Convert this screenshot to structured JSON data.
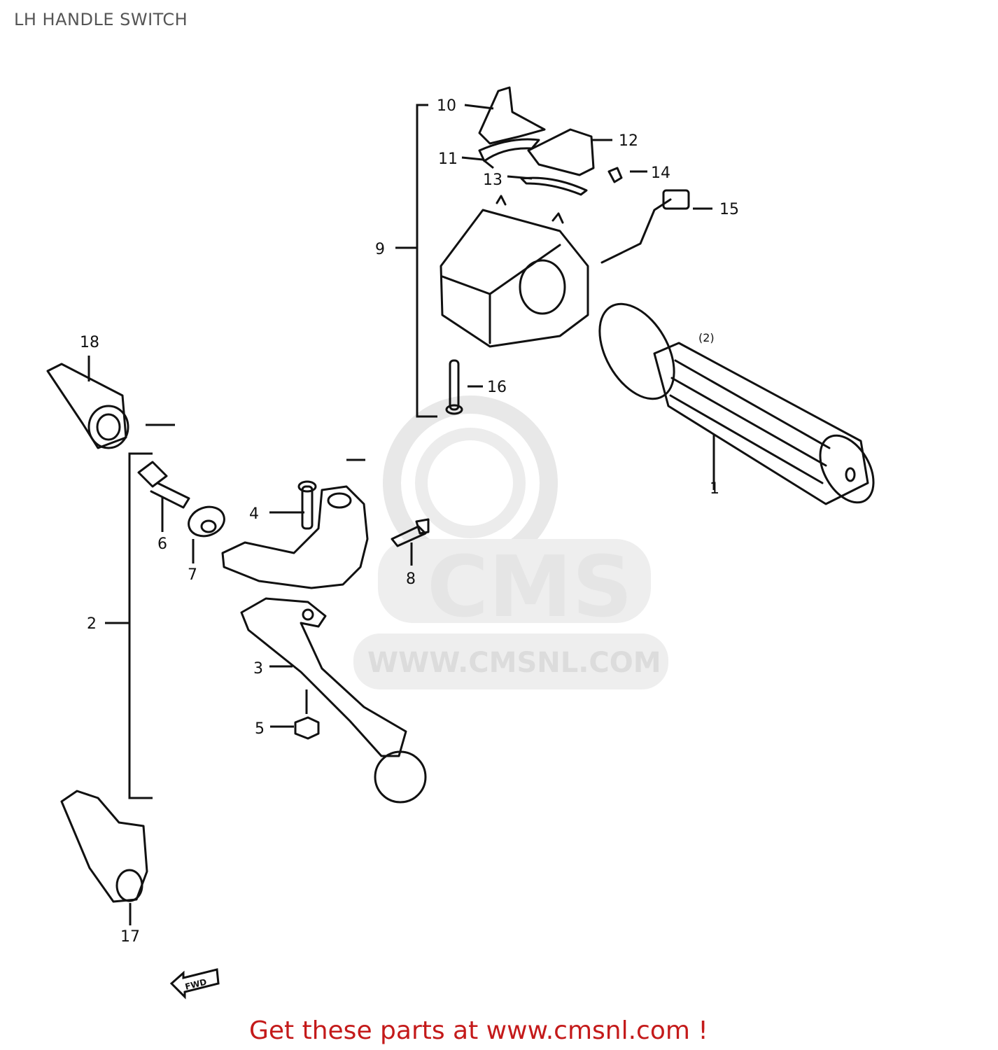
{
  "title": "LH HANDLE SWITCH",
  "footer": "Get these parts at www.cmsnl.com !",
  "watermark": {
    "logo": "CMS",
    "url": "WWW.CMSNL.COM"
  },
  "callouts": [
    "1",
    "2",
    "3",
    "4",
    "5",
    "6",
    "7",
    "8",
    "9",
    "10",
    "11",
    "12",
    "13",
    "14",
    "15",
    "16",
    "17",
    "18"
  ],
  "marks": {
    "fwd": "FWD",
    "ref": "(2)"
  },
  "colors": {
    "footer": "#c41a1a",
    "ink": "#111111",
    "watermark": "#e5e5e5"
  }
}
